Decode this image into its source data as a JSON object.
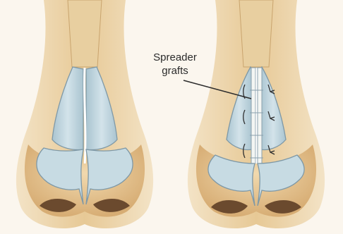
{
  "illustration": {
    "panels": [
      {
        "id": "before"
      },
      {
        "id": "after"
      }
    ],
    "callout": {
      "line1": "Spreader",
      "line2": "grafts"
    },
    "colors": {
      "skin": "#e9cfa4",
      "skin_shadow": "#d9b27b",
      "cartilage": "#bcd3dc",
      "cartilage_edge": "#7e98a6",
      "graft": "#f4f6f3",
      "nostril": "#6b4a2e"
    }
  }
}
